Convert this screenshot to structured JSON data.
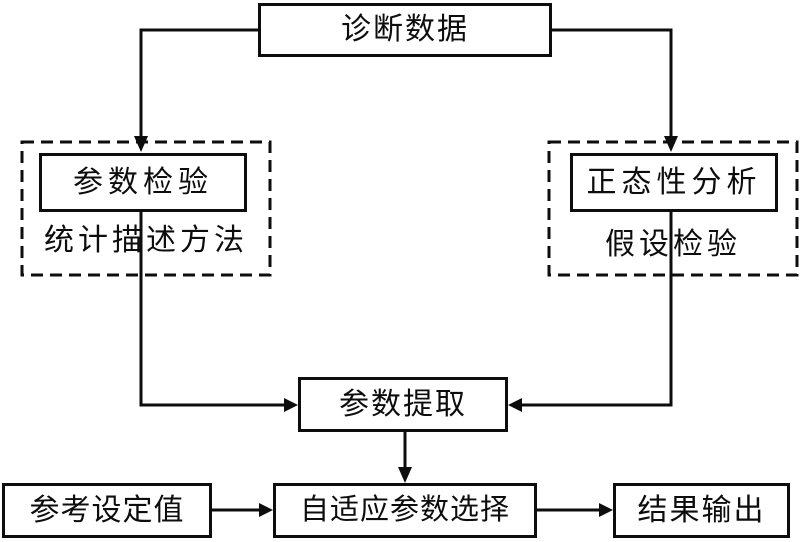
{
  "diagram": {
    "background_color": "#ffffff",
    "line_color": "#0d0d0d",
    "nodes": {
      "diagnostic_data": {
        "label": "诊断数据"
      },
      "parameter_test": {
        "label": "参数检验"
      },
      "statistical_description_method": {
        "label": "统计描述方法"
      },
      "normality_analysis": {
        "label": "正态性分析"
      },
      "hypothesis_test": {
        "label": "假设检验"
      },
      "parameter_extraction": {
        "label": "参数提取"
      },
      "reference_set_value": {
        "label": "参考设定值"
      },
      "adaptive_parameter_selection": {
        "label": "自适应参数选择"
      },
      "result_output": {
        "label": "结果输出"
      }
    }
  }
}
